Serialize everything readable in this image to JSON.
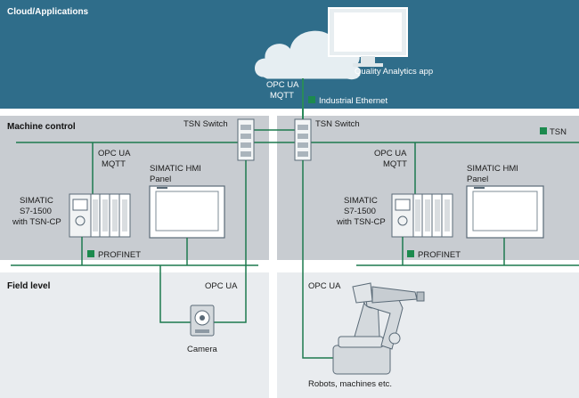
{
  "zones": {
    "cloud": "Cloud/Applications",
    "machine": "Machine control",
    "field": "Field level"
  },
  "cloud": {
    "protocol_line1": "OPC UA",
    "protocol_line2": "MQTT",
    "app_label": "Quality Analytics app",
    "network_label": "Industrial Ethernet"
  },
  "left": {
    "switch_label": "TSN Switch",
    "protocol_line1": "OPC UA",
    "protocol_line2": "MQTT",
    "plc_line1": "SIMATIC",
    "plc_line2": "S7-1500",
    "plc_line3": "with TSN-CP",
    "hmi_line1": "SIMATIC HMI",
    "hmi_line2": "Panel",
    "bus_label": "PROFINET",
    "field_protocol": "OPC UA",
    "device_label": "Camera"
  },
  "right": {
    "switch_label": "TSN Switch",
    "tsn_label": "TSN",
    "protocol_line1": "OPC UA",
    "protocol_line2": "MQTT",
    "plc_line1": "SIMATIC",
    "plc_line2": "S7-1500",
    "plc_line3": "with TSN-CP",
    "hmi_line1": "SIMATIC HMI",
    "hmi_line2": "Panel",
    "bus_label": "PROFINET",
    "field_protocol": "OPC UA",
    "device_label": "Robots, machines etc."
  },
  "colors": {
    "cloud_bg": "#2f6d8a",
    "zone_gray": "#c8ccd1",
    "zone_light": "#e9ecef",
    "line_green": "#1d7a4f",
    "marker_green": "#1c8a4e"
  }
}
